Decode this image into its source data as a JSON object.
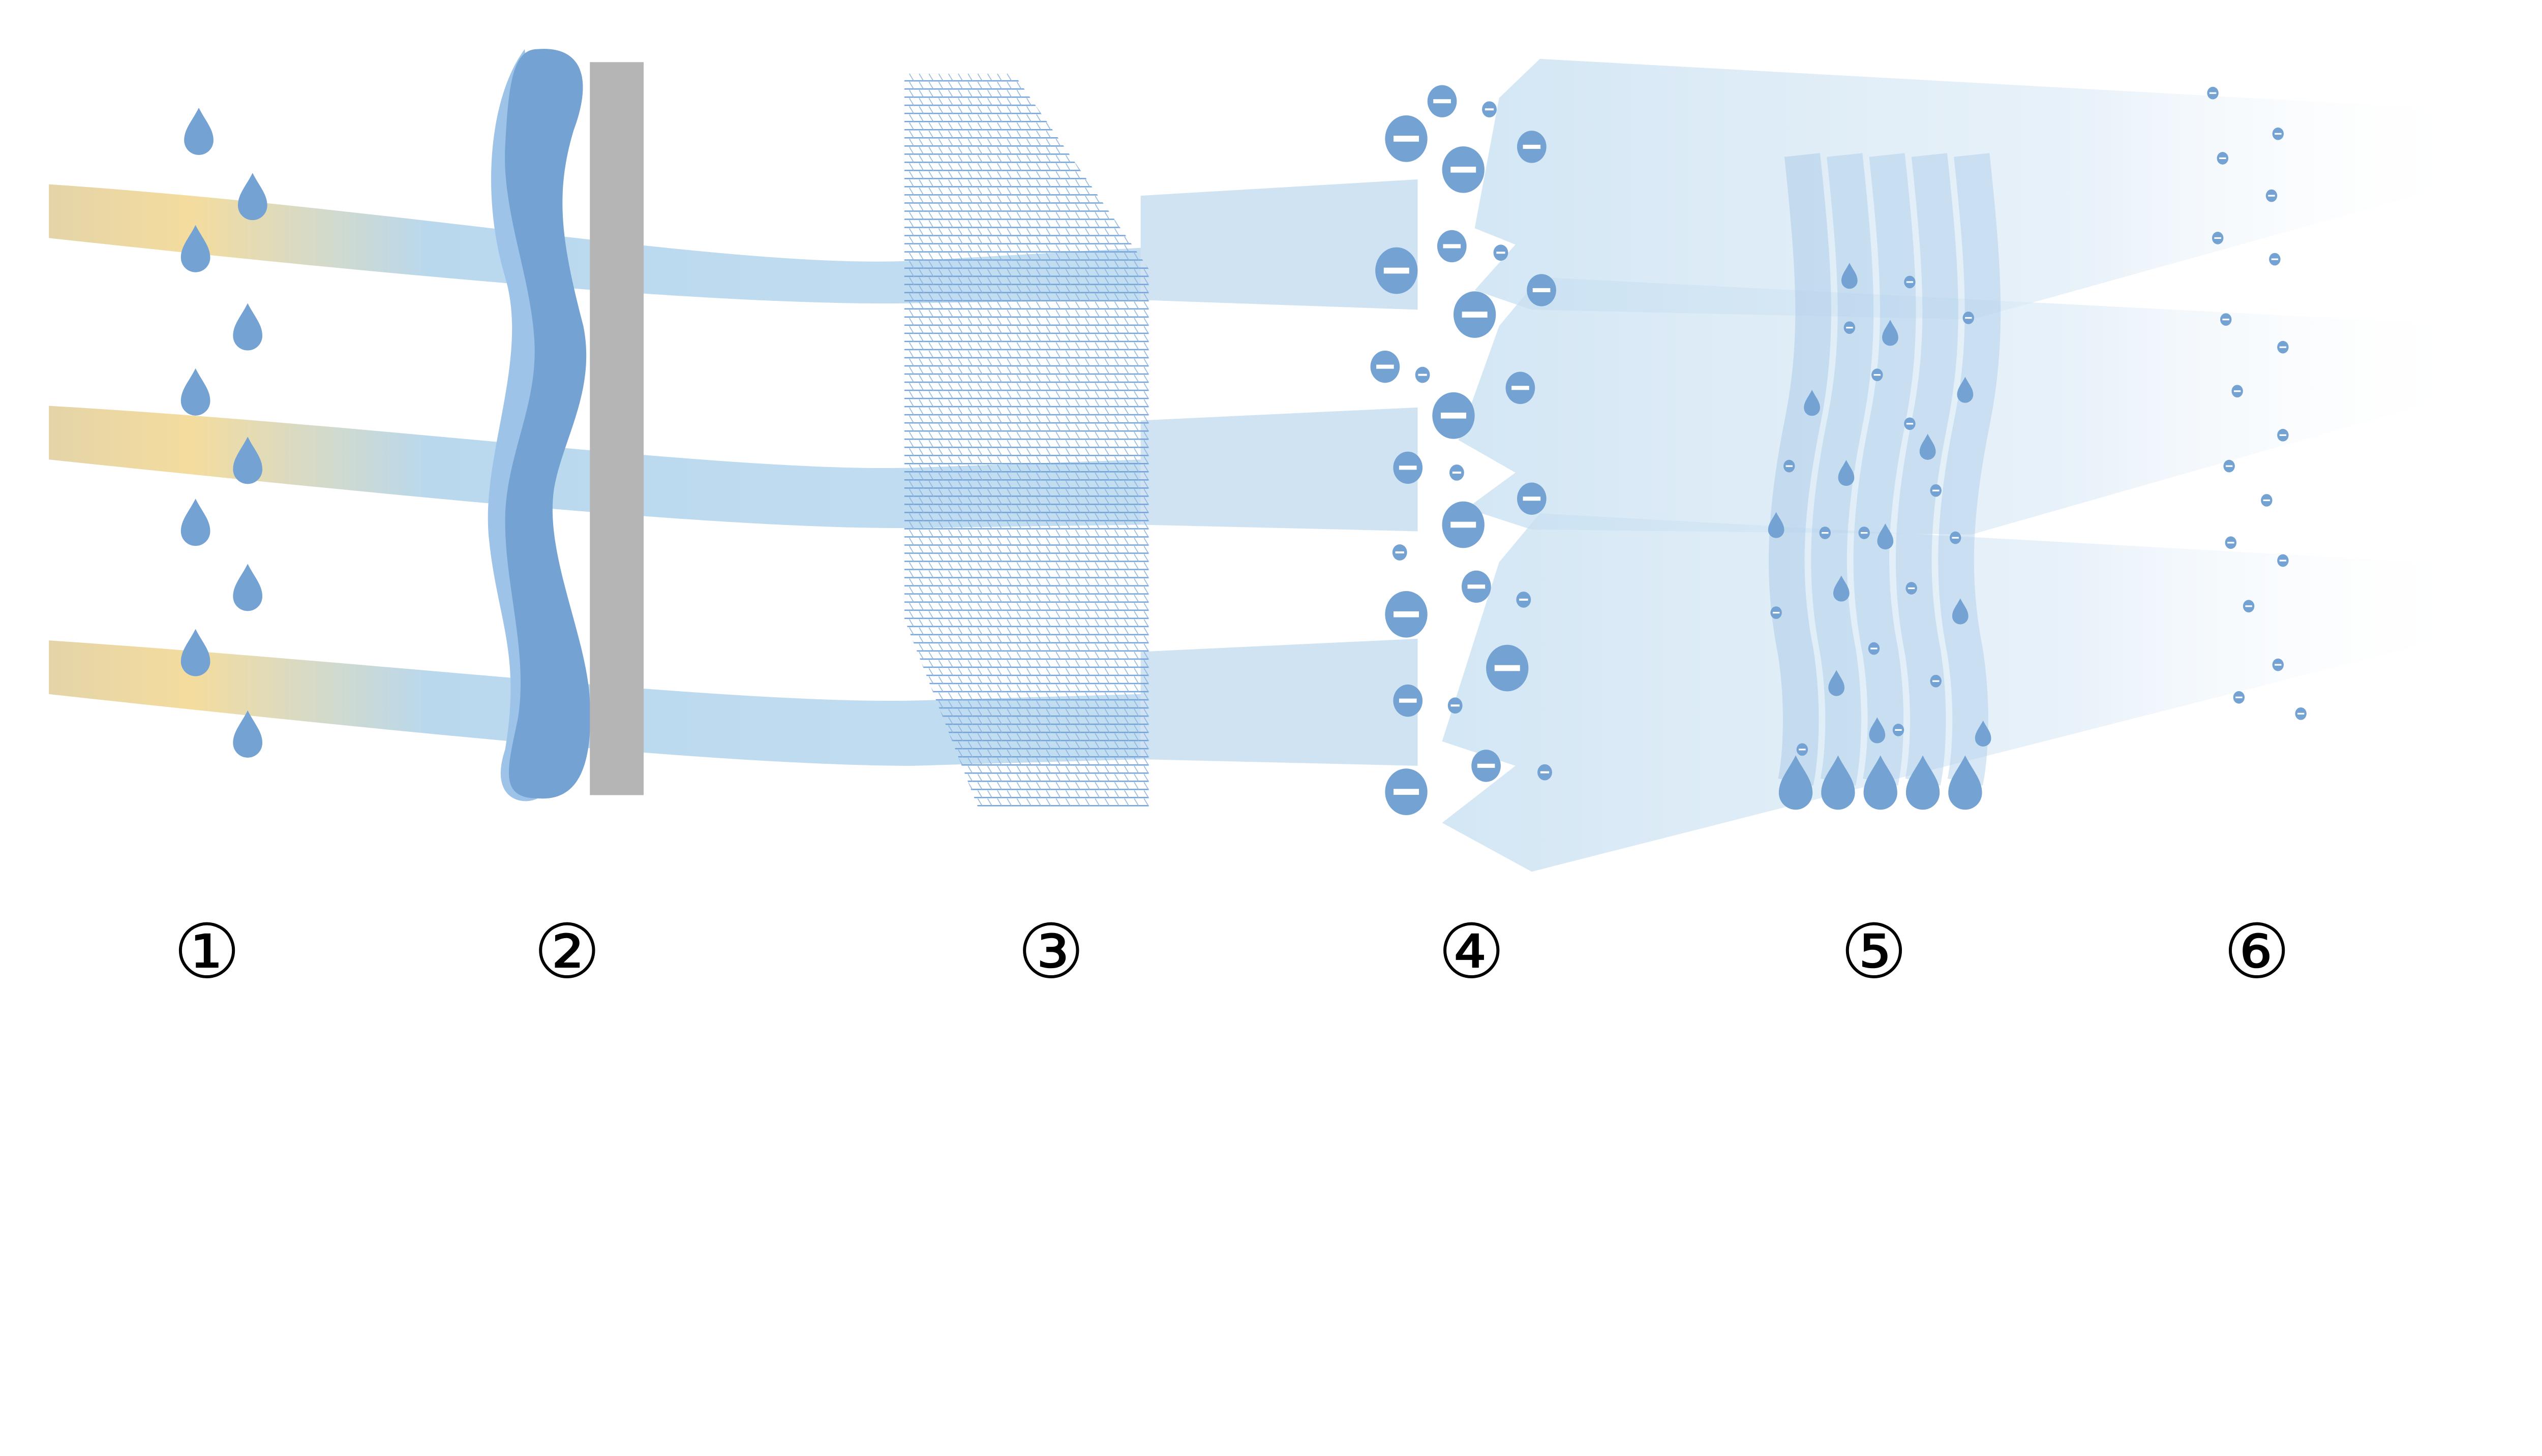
{
  "stages": [
    {
      "label": "①"
    },
    {
      "label": "②"
    },
    {
      "label": "③"
    },
    {
      "label": "④"
    },
    {
      "label": "⑤"
    },
    {
      "label": "⑥"
    }
  ],
  "colors": {
    "dirty_air": "#f2d99a",
    "clean_air": "#b9d8ee",
    "drop": "#74a3d3",
    "filter_light": "#9dc3e8",
    "frame_gray": "#b5b5b5",
    "mesh": "#6f9fd6"
  }
}
